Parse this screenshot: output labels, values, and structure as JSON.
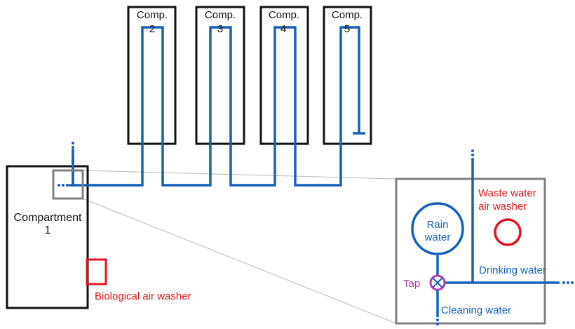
{
  "compartments": [
    {
      "title": "Comp.",
      "number": "2"
    },
    {
      "title": "Comp.",
      "number": "3"
    },
    {
      "title": "Comp.",
      "number": "4"
    },
    {
      "title": "Comp.",
      "number": "5"
    }
  ],
  "main_compartment": {
    "line1": "Compartment",
    "line2": "1"
  },
  "biological_washer_label": "Biological air washer",
  "detail": {
    "rain_line1": "Rain",
    "rain_line2": "water",
    "waste_line1": "Waste water",
    "waste_line2": "air washer",
    "drinking": "Drinking water",
    "tap": "Tap",
    "cleaning": "Cleaning water"
  },
  "colors": {
    "pipe": "#1560BD",
    "outline": "#111111",
    "zoom_frame": "#808080",
    "washer": "#E0141E",
    "tap": "#B03DB4"
  }
}
